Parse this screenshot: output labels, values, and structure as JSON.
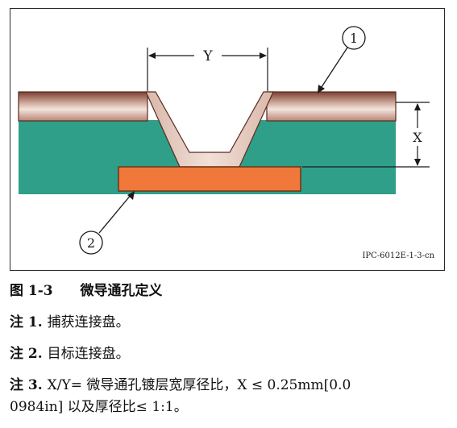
{
  "figure": {
    "dimension_y_label": "Y",
    "dimension_x_label": "X",
    "callout_1": "1",
    "callout_2": "2",
    "figure_code": "IPC-6012E-1-3-cn",
    "colors": {
      "dielectric": "#2f9f8a",
      "copper_dark": "#8a4f3f",
      "copper_light": "#e8d2c8",
      "target_pad": "#f0783a",
      "line": "#1a1a1a"
    }
  },
  "caption": {
    "number": "图 1-3",
    "title": "微导通孔定义"
  },
  "notes": [
    {
      "label": "注 1.",
      "text": "捕获连接盘。"
    },
    {
      "label": "注 2.",
      "text": "目标连接盘。"
    },
    {
      "label": "注 3.",
      "text": "X/Y= 微导通孔镀层宽厚径比，X ≤ 0.25mm[0.0",
      "continuation": "0984in] 以及厚径比≤ 1:1。"
    }
  ]
}
